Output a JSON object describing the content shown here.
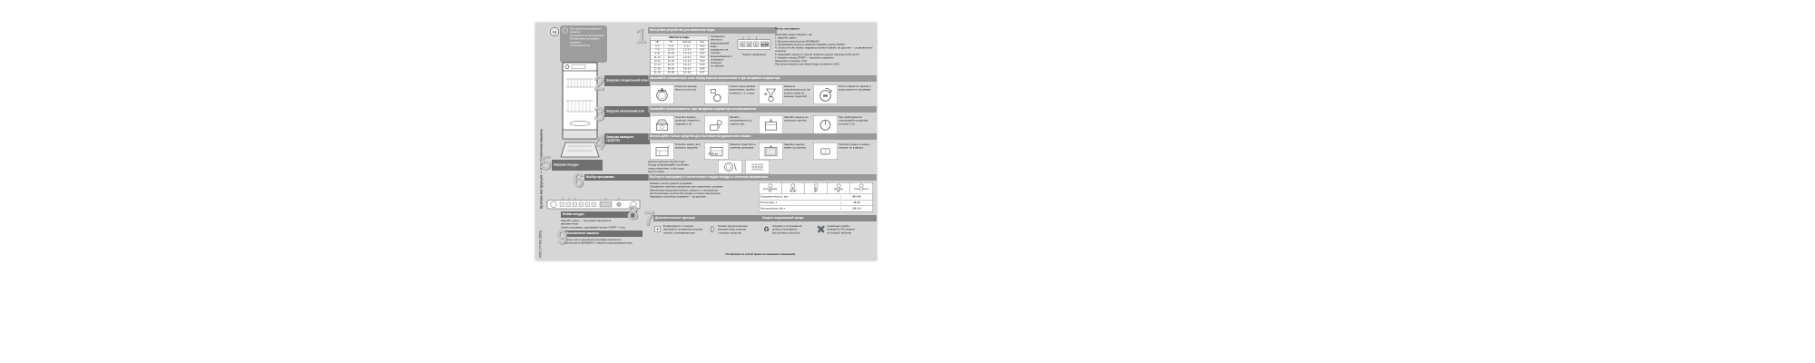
{
  "doc": {
    "lang_badge": "ru",
    "spine_title": "Краткая инструкция — посудомоечная машина",
    "spine_code": "9000 274 609 (8909)",
    "bubble": "Эта краткая инструкция не заменяет\nинструкцию по эксплуатации.\nОбязательно прочитайте указания\nпо безопасности!",
    "footer": "Оставляем за собой право на внесение изменений."
  },
  "numbers": {
    "n1": "1",
    "n2": "2",
    "n3": "3",
    "n4": "4",
    "n5": "5",
    "n6": "6",
    "n7": "7",
    "n8": "8",
    "n9": "9"
  },
  "softening": {
    "title": "Настройка устройства для смягчения воды",
    "note": "Определите жёсткость\nводопроводной воды\n(справьтесь на станции\nводоснабжения) и\nустановите значение\nпо таблице.",
    "table_caption": "Жёсткость воды",
    "table_headers": [
      "°dH",
      "°fH",
      "ммоль/л",
      "знач."
    ],
    "table_rows": [
      [
        "0–6",
        "0–11",
        "0–1,1",
        "H:00"
      ],
      [
        "7–8",
        "12–14",
        "1,2–1,4",
        "H:01"
      ],
      [
        "9–10",
        "15–18",
        "1,5–1,8",
        "H:02"
      ],
      [
        "11–12",
        "19–21",
        "1,9–2,1",
        "H:03"
      ],
      [
        "13–16",
        "22–29",
        "2,2–2,9",
        "H:04"
      ],
      [
        "17–21",
        "30–37",
        "3,0–3,7",
        "H:05"
      ],
      [
        "22–30",
        "38–54",
        "3,8–5,4",
        "H:06"
      ],
      [
        "31–50",
        "55–89",
        "5,5–8,9",
        "H:07"
      ]
    ],
    "panel_buttons": [
      "A",
      "B",
      "C"
    ],
    "panel_display": "H:04",
    "panel_caption": "Панель управления",
    "alt_title": "Так же, как вариант:",
    "alt_text": "Настройку можно изменить так:\n1. Закройте дверь.\n2. Включите выключатель ВКЛ/ВЫКЛ.\n3. Удерживайте кнопку A нажатой и нажмите кнопку START.\n4. Отпустите обе кнопки: индикатор кнопки A мигает, на дисплее — установленное значение.\n5. Нажимайте кнопку A, пока не появится нужное значение (H:00–H:07).\n6. Нажмите кнопку START — значение сохранено.\nЗаводская установка: H:04.\nПри использовании смягчённой воды установите H:00."
  },
  "salt": {
    "label": "Загрузка специальной соли",
    "strip": "Засыпайте специальную соль перед первым включением и при загорании индикатора.",
    "steps": [
      "Открутите крышку ёмкости для соли.",
      "Только перед первым включением: залейте в ёмкость ≈ 1 л воды.",
      "Засыпьте специальную соль (ни в коем случае не моющее средство!).",
      "Плотно закрутите крышку и сразу запустите программу."
    ]
  },
  "rinse": {
    "label": "Загрузка ополаскивателя",
    "strip": "Заливайте ополаскиватель при загорании индикатора ополаскивателя.",
    "steps": [
      "Откройте крышку дозатора: нажмите и поднимите её.",
      "Залейте ополаскиватель до отметки max.",
      "Закройте крышку до ощутимого щелчка.",
      "При необходимости отрегулируйте дозировку (ступени 0–6)."
    ]
  },
  "detergent": {
    "label": "Загрузка моющего средства",
    "strip": "Используйте только средства для бытовых посудомоечных машин.",
    "steps": [
      "Откройте кювету для моющего средства.",
      "Засыпьте средство по отметкам дозировки.",
      "Закройте крышку кюветы до щелчка.",
      "Таблетку кладите в кювету плашмя, не в дверцу."
    ],
    "dose": "20/25 ml"
  },
  "loading": {
    "label": "Загрузка посуды",
    "text": "Удалите крупные остатки пищи.\nПосуду устанавливайте устойчиво,\nотверстиями вниз, чтобы вода\nмогла стекать."
  },
  "program": {
    "label": "Выбор программы",
    "strip": "Выберите программу в соответствии с видом посуды и степенью загрязнения.",
    "text": "Нажмите кнопку нужной программы.\nПоказанные значения определены при нормальных условиях.\nФактическая продолжительность зависит от температуры\nприточной воды, количества посуды и степени загрязнения.\nИндикация остаточного времени — на дисплее.",
    "table": {
      "programs": [
        {
          "name": "Интенсивная",
          "temp": "70°"
        },
        {
          "name": "Авто",
          "temp": "45–65°"
        },
        {
          "name": "Эко",
          "temp": "50°"
        },
        {
          "name": "Быстрая",
          "temp": "45°"
        },
        {
          "name": "Предв. мытьё",
          "temp": "—"
        }
      ],
      "rows": [
        {
          "label": "Продолжительность, мин",
          "value": "60–140"
        },
        {
          "label": "Расход воды, л",
          "value": "10–27"
        },
        {
          "label": "Электроэнергия, кВт·ч",
          "value": "0,8–1,4"
        }
      ]
    }
  },
  "options": {
    "label": "Дополнительные функции"
  },
  "wash": {
    "label": "Мойка посуды",
    "text": "Закройте дверь — программа запускается автоматически.\nСмена программы: удерживайте кнопку START ≈ 3 сек."
  },
  "switch_off": {
    "label": "Выключение машины",
    "text": "Вскоре после окончания программы выключите\nвыключатель ВКЛ/ВЫКЛ и закройте водопроводный кран."
  },
  "environment": {
    "label": "Защита окружающей среды",
    "items": [
      {
        "text": "В зависимости от модели:\nVarioSpeed, половинная загрузка,\nгигиена, интенсивная зона."
      },
      {
        "text": "Полная загрузка машины\nэкономит воду, энергию\nи моющее средство."
      },
      {
        "text": "Упаковку и отслуживший\nприбор утилизируйте\nэкологичным способом."
      },
      {
        "text": "Сервисная служба:\nномера E и FD указаны\nна типовой табличке."
      }
    ]
  }
}
